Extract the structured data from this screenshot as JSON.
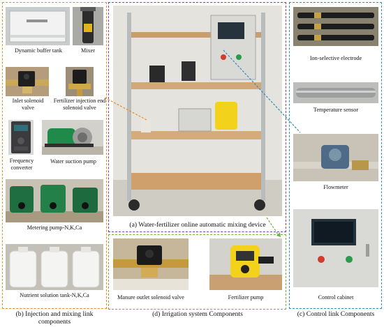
{
  "panels": {
    "a": {
      "title": "(a) Water-fertilizer online automatic mixing device"
    },
    "b": {
      "title": "(b) Injection and mixing link components"
    },
    "c": {
      "title": "(c) Control link Components"
    },
    "d": {
      "title": "(d) Irrigation system Components"
    }
  },
  "labels": {
    "dynamic_buffer_tank": "Dynamic buffer tank",
    "mixer": "Mixer",
    "inlet_valve": "Inlet solenoid valve",
    "fert_valve": "Fertilizer injection end solenoid valve",
    "freq_converter": "Frequency converter",
    "suction_pump": "Water suction pump",
    "metering_pump": "Metering pump-N,K,Ca",
    "nutrient_tank": "Nutrient solution tank-N,K,Ca",
    "ion_electrode": "Ion-selective electrode",
    "temp_sensor": "Temperature sensor",
    "flowmeter": "Flowmeter",
    "control_cabinet": "Control cabinet",
    "manure_valve": "Manure outlet solenoid valve",
    "fertilizer_pump": "Fertilizer pump"
  },
  "colors": {
    "panel_b": "#f08a24",
    "panel_a": "#7a3fb0",
    "panel_d": "#6db33f",
    "panel_c": "#2e8fb8",
    "pump_green": "#1f8a4a",
    "pump_yellow": "#f2d21b",
    "cabinet_grey": "#d9d9d6"
  }
}
